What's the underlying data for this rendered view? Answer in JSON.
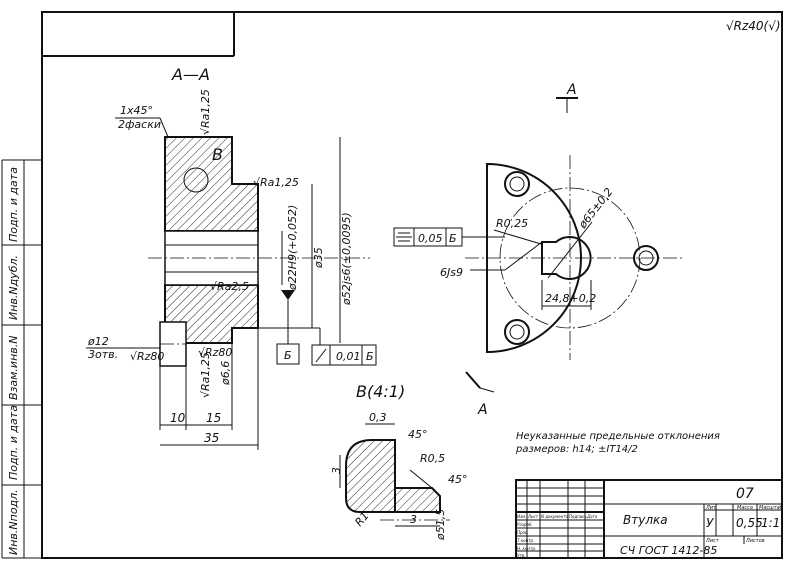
{
  "sheet": {
    "roughness_general": "√Rz40(√)",
    "stamp_code": "07"
  },
  "section_aa": {
    "title": "А—А",
    "chamfer_line1": "1x45°",
    "chamfer_line2": "2фаски",
    "ra_top": "√Ra1,25",
    "ra_shoulder": "√Ra1,25",
    "ra_bore": "√Ra2,5",
    "ra_hole": "√Ra1,25",
    "rz_left": "√Rz80",
    "rz_bottom": "√Rz80",
    "detail_ref": "В",
    "dim_d12_line1": "ø12",
    "dim_d12_line2": "3отв.",
    "dim_d22": "ø22H9(+0,052)",
    "dim_d35": "ø35",
    "dim_d52": "ø52js6(±0,0095)",
    "dim_d66": "ø6,6",
    "dim_10": "10",
    "dim_15": "15",
    "dim_35": "35",
    "datum": "Б",
    "runout_value": "0,01",
    "runout_datum": "Б"
  },
  "view_a": {
    "arrow_top": "А",
    "arrow_bottom": "А",
    "dim_d65": "ø65±0,2",
    "dim_r025": "R0,25",
    "dim_key": "6Js9",
    "dim_248": "24,8+0,2",
    "sym_value": "0,05",
    "sym_datum": "Б"
  },
  "detail_b": {
    "title": "В(4:1)",
    "dim_03": "0,3",
    "dim_45a": "45°",
    "dim_r05": "R0,5",
    "dim_45b": "45°",
    "dim_3v": "3",
    "dim_3h": "3",
    "dim_r1": "R1",
    "dim_515": "ø51,5"
  },
  "notes": {
    "line1": "Неуказанные предельные отклонения",
    "line2": "размеров: h14; ±IT14/2"
  },
  "side_columns": {
    "c1": "Подп. и дата",
    "c2": "Инв.Nдубл.",
    "c3": "Взам.инв.N",
    "c4": "Подп. и дата",
    "c5": "Инв.Nподл."
  },
  "title_block": {
    "name": "Втулка",
    "material": "СЧ ГОСТ 1412-85",
    "letter": "У",
    "mass": "0,55",
    "scale": "1:1",
    "h_lit": "Лит.",
    "h_mass": "Масса",
    "h_scale": "Масштаб",
    "h_sheet": "Лист",
    "h_sheets": "Листов",
    "r_change": "Изм.",
    "r_sheet": "Лист",
    "r_doc": "N документа",
    "r_sign": "Подпись",
    "r_date": "Дата",
    "r_dev": "Разраб.",
    "r_chk": "Пров.",
    "r_tcontrol": "Т.контр.",
    "r_ncontrol": "Н. контр.",
    "r_appr": "Утв."
  }
}
